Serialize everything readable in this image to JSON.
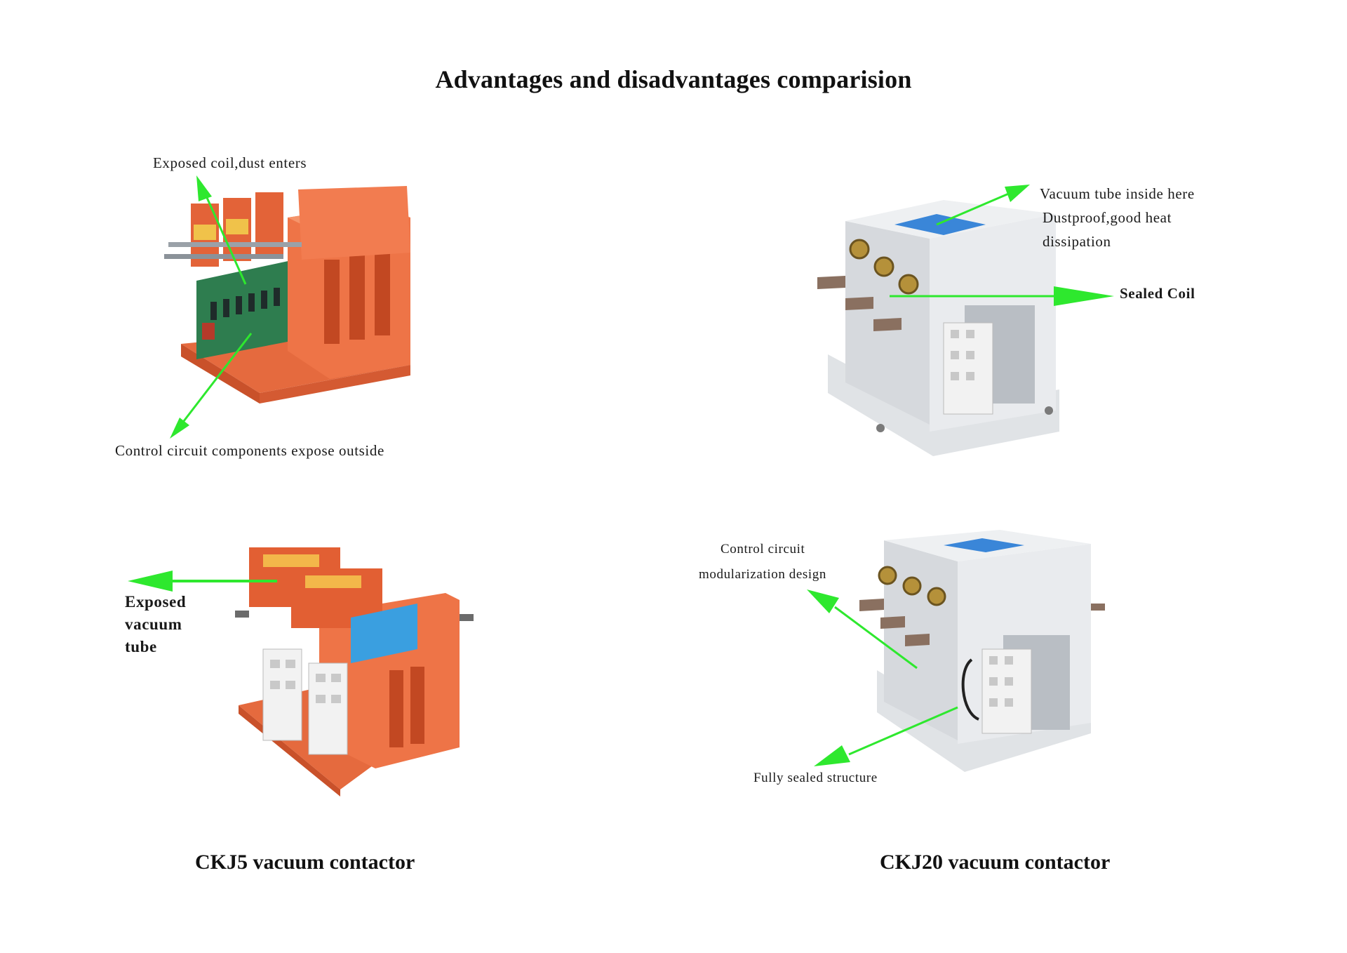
{
  "title": "Advantages and disadvantages comparision",
  "products": {
    "left": {
      "caption": "CKJ5 vacuum contactor",
      "top_image_labels": {
        "exposed_coil": "Exposed coil,dust enters",
        "control_components": "Control circuit components expose outside"
      },
      "bottom_image_labels": {
        "exposed_vacuum_tube": "Exposed vacuum tube"
      }
    },
    "right": {
      "caption": "CKJ20 vacuum contactor",
      "top_image_labels": {
        "vacuum_tube_line1": "Vacuum tube inside here",
        "vacuum_tube_line2": "Dustproof,good heat",
        "vacuum_tube_line3": "dissipation",
        "sealed_coil": "Sealed Coil"
      },
      "bottom_image_labels": {
        "control_line1": "Control circuit",
        "control_line2": "modularization design",
        "fully_sealed": "Fully sealed structure"
      }
    }
  },
  "colors": {
    "arrow": "#2ee82e",
    "orange_body": "#e8663a",
    "grey_body": "#dcdfe3",
    "label_blue": "#3a86d8",
    "pcb_green": "#2e7d4f"
  }
}
